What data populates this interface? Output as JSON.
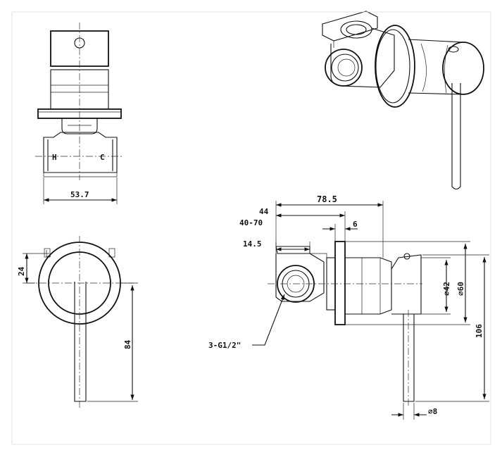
{
  "labels": {
    "hot": "H",
    "cold": "C",
    "width": "53.7",
    "offset_top": "24",
    "handle_len": "84",
    "depth_total": "78.5",
    "depth_44": "44",
    "wall_range": "40-70",
    "dim_6": "6",
    "dim_14_5": "14.5",
    "thread": "3-G1/2\"",
    "dia_42": "∅42",
    "dia_60": "∅60",
    "height": "106",
    "dia_8": "∅8"
  },
  "colors": {
    "line": "#111111",
    "background": "#ffffff"
  }
}
